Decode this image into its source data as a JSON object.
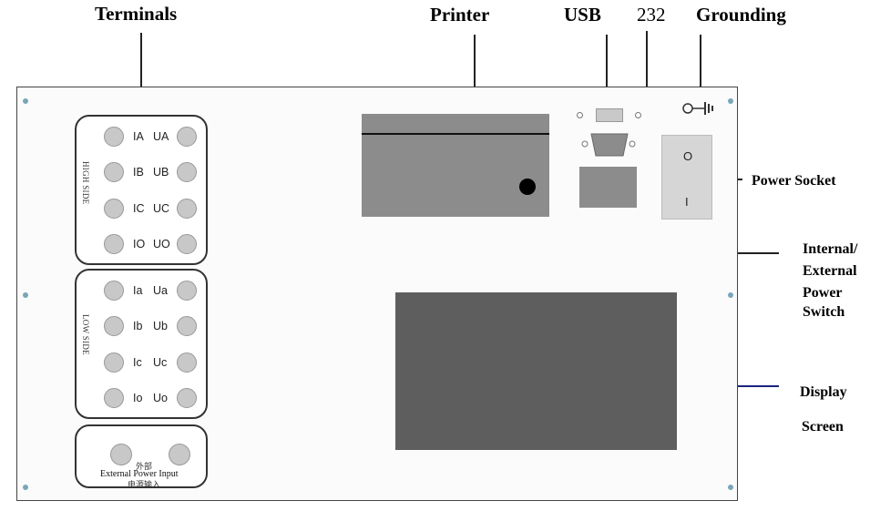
{
  "callouts": {
    "terminals": "Terminals",
    "printer": "Printer",
    "usb": "USB",
    "rs232": "232",
    "grounding": "Grounding",
    "power_socket": "Power Socket",
    "internal_external": [
      "Internal/",
      "External",
      "Power",
      "Switch"
    ],
    "display": [
      "Display",
      "Screen"
    ]
  },
  "high_side": {
    "label": "HIGH SIDE",
    "rows": [
      {
        "left": "IA",
        "right": "UA"
      },
      {
        "left": "IB",
        "right": "UB"
      },
      {
        "left": "IC",
        "right": "UC"
      },
      {
        "left": "IO",
        "right": "UO"
      }
    ]
  },
  "low_side": {
    "label": "LOW SIDE",
    "rows": [
      {
        "left": "Ia",
        "right": "Ua"
      },
      {
        "left": "Ib",
        "right": "Ub"
      },
      {
        "left": "Ic",
        "right": "Uc"
      },
      {
        "left": "Io",
        "right": "Uo"
      }
    ]
  },
  "external_power": {
    "cn_top": "外部",
    "label": "External Power Input",
    "cn_bottom": "电源输入"
  },
  "power_switch": {
    "on_symbol": "I",
    "off_symbol": "O"
  },
  "colors": {
    "screen": "#5e5e5e",
    "printer": "#8c8c8c",
    "terminal": "#c8c8c8",
    "display_leader": "#1a237e"
  }
}
